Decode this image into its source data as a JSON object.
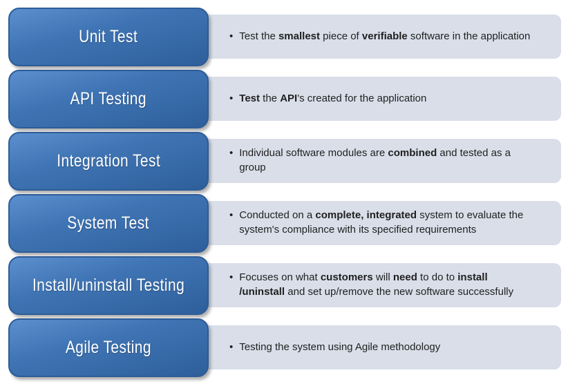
{
  "ui": {
    "bullet_glyph": "•"
  },
  "colors": {
    "background": "#ffffff",
    "button_top": "#5b8fce",
    "button_mid": "#3f74b4",
    "button_bottom": "#2e5f9b",
    "button_border": "#2d5c97",
    "button_text": "#ffffff",
    "panel_bg": "#d9dee9",
    "text": "#1f1f1f"
  },
  "rows": [
    {
      "id": "unit-test",
      "button_label": "Unit Test",
      "bullet_segments": [
        {
          "text": "Test the ",
          "bold": false
        },
        {
          "text": "smallest",
          "bold": true
        },
        {
          "text": " piece of ",
          "bold": false
        },
        {
          "text": "verifiable",
          "bold": true
        },
        {
          "text": " software in the application",
          "bold": false
        }
      ]
    },
    {
      "id": "api-testing",
      "button_label": "API Testing",
      "bullet_segments": [
        {
          "text": "Test",
          "bold": true
        },
        {
          "text": " the ",
          "bold": false
        },
        {
          "text": "API",
          "bold": true
        },
        {
          "text": "'s created for the application",
          "bold": false
        }
      ]
    },
    {
      "id": "integration-test",
      "button_label": "Integration Test",
      "bullet_segments": [
        {
          "text": " Individual software modules are ",
          "bold": false
        },
        {
          "text": "combined",
          "bold": true
        },
        {
          "text": " and tested as a group",
          "bold": false
        }
      ]
    },
    {
      "id": "system-test",
      "button_label": "System Test",
      "bullet_segments": [
        {
          "text": "Conducted on a ",
          "bold": false
        },
        {
          "text": "complete, integrated",
          "bold": true
        },
        {
          "text": " system to evaluate the system's compliance with its specified requirements",
          "bold": false
        }
      ]
    },
    {
      "id": "install-uninstall-testing",
      "button_label": "Install/uninstall Testing",
      "bullet_segments": [
        {
          "text": "Focuses on what ",
          "bold": false
        },
        {
          "text": "customers",
          "bold": true
        },
        {
          "text": " will ",
          "bold": false
        },
        {
          "text": "need",
          "bold": true
        },
        {
          "text": " to do to ",
          "bold": false
        },
        {
          "text": "install /uninstall",
          "bold": true
        },
        {
          "text": " and set up/remove the new software successfully",
          "bold": false
        }
      ]
    },
    {
      "id": "agile-testing",
      "button_label": "Agile Testing",
      "bullet_segments": [
        {
          "text": "Testing the system using Agile methodology",
          "bold": false
        }
      ]
    }
  ]
}
